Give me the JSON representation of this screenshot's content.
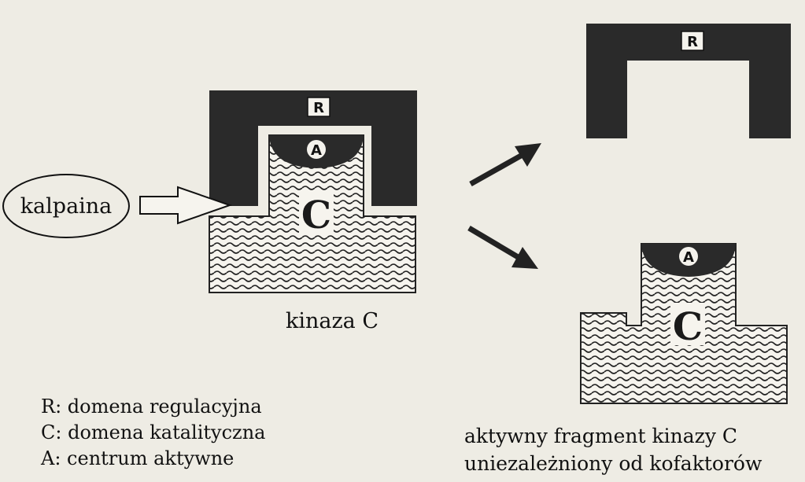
{
  "diagram": {
    "labels": {
      "calpain": "kalpaina",
      "kinase": "kinaza C",
      "regulatory_badge": "R",
      "catalytic_badge": "C",
      "active_site_badge": "A"
    },
    "legend": [
      "R: domena regulacyjna",
      "C: domena katalityczna",
      "A: centrum aktywne"
    ],
    "result_caption": [
      "aktywny fragment kinazy C",
      "uniezależniony od kofaktorów"
    ]
  },
  "colors": {
    "background": "#eeece4",
    "dark_domain": "#2a2a2a",
    "ink": "#111111"
  }
}
